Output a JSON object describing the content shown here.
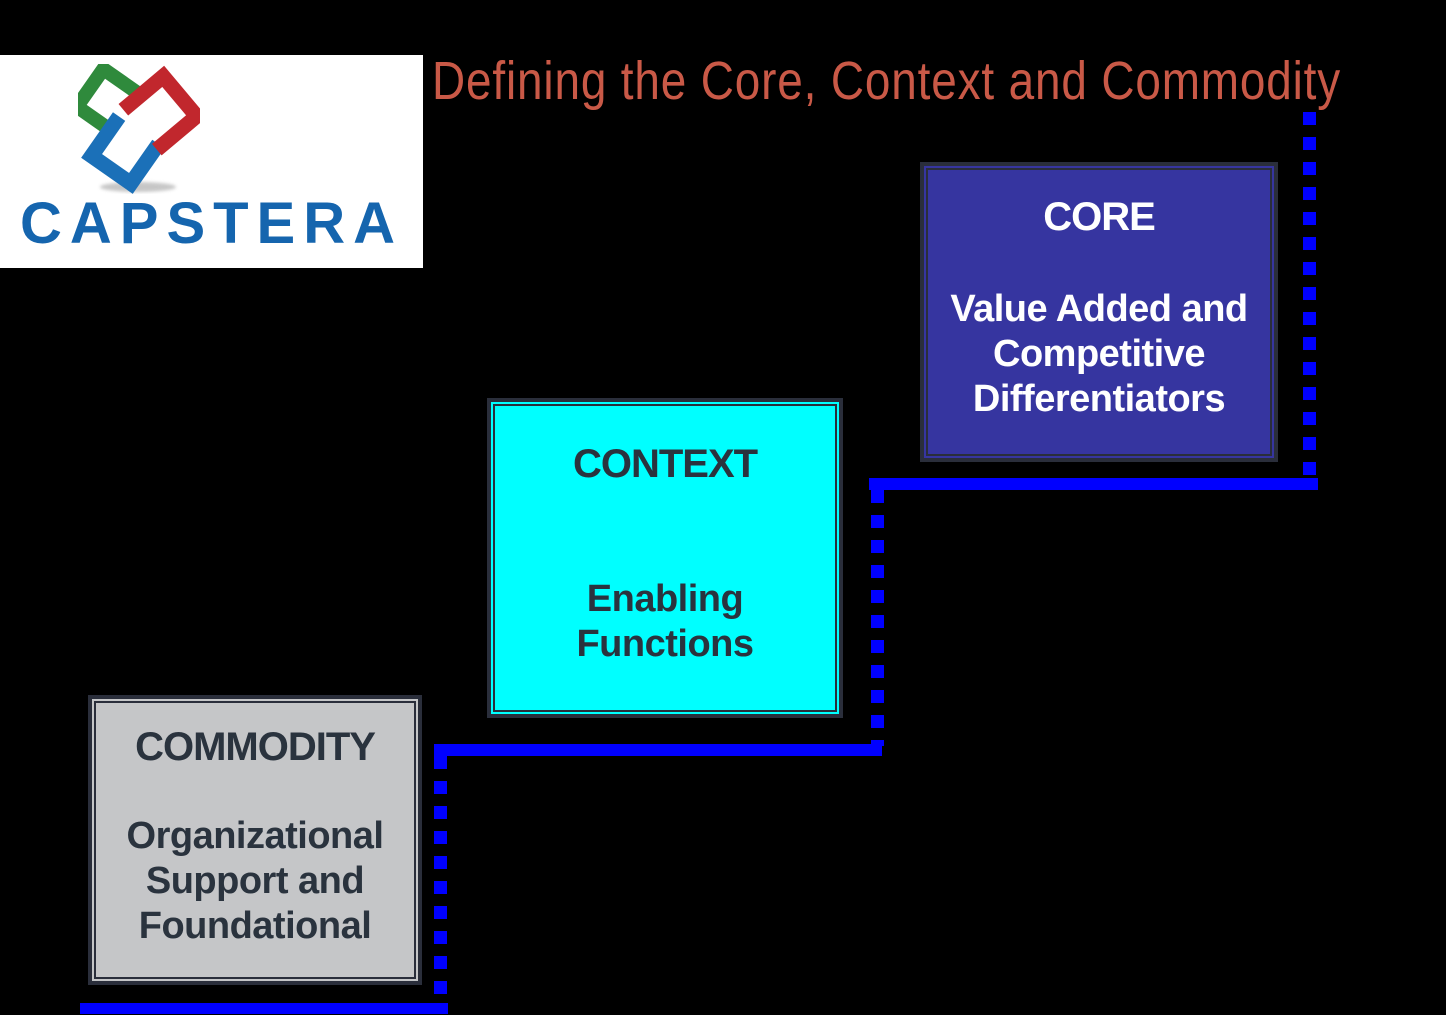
{
  "slide": {
    "background_color": "#000000"
  },
  "logo": {
    "brand": "CAPSTERA",
    "brand_color": "#1565AE",
    "cube_colors": {
      "green": "#2F8A3C",
      "red": "#C1272D",
      "blue": "#1B70B8"
    }
  },
  "title": {
    "text": "Defining the Core, Context and Commodity",
    "color": "#C95947"
  },
  "diagram": {
    "connector_color": "#0000FF",
    "border_color": "#2A2E3B",
    "boxes": [
      {
        "id": "core",
        "heading": "CORE",
        "body_lines": [
          "Value Added and",
          "Competitive",
          "Differentiators"
        ],
        "fill": "#3635A0",
        "text_color": "#FFFFFF"
      },
      {
        "id": "context",
        "heading": "CONTEXT",
        "body_lines": [
          "Enabling",
          "Functions"
        ],
        "fill": "#00FFFF",
        "text_color": "#2A333E"
      },
      {
        "id": "commodity",
        "heading": "COMMODITY",
        "body_lines": [
          "Organizational",
          "Support and",
          "Foundational"
        ],
        "fill": "#C5C6C8",
        "text_color": "#2A333E"
      }
    ]
  }
}
